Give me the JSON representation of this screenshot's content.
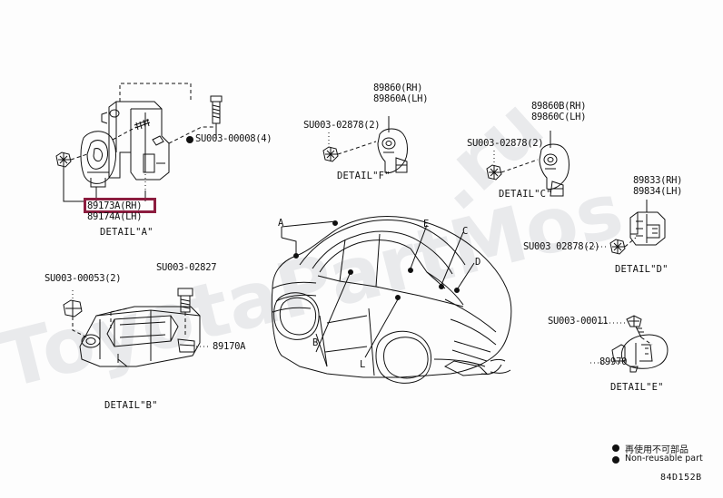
{
  "diagram": {
    "drawing_number": "84D152B",
    "watermark_1": "ToyotaPartMos",
    "watermark_2": ".ru"
  },
  "detail_a": {
    "fastener": "SU003-00008(4)",
    "part_rh": "89173A(RH)",
    "part_lh": "89174A(LH)",
    "caption": "DETAIL\"A\"",
    "highlight_color": "#8c1d3f"
  },
  "detail_f_left": {
    "fastener": "SU003-02878(2)",
    "part_rh": "89860(RH)",
    "part_lh": "89860A(LH)",
    "caption": "DETAIL\"F\""
  },
  "detail_c": {
    "fastener": "SU003-02878(2)",
    "part_rh": "89860B(RH)",
    "part_lh": "89860C(LH)",
    "caption": "DETAIL\"C\""
  },
  "detail_d": {
    "fastener": "SU003 02878(2)",
    "part_rh": "89833(RH)",
    "part_lh": "89834(LH)",
    "caption": "DETAIL\"D\""
  },
  "detail_b": {
    "fastener_left": "SU003-00053(2)",
    "fastener_right": "SU003-02827",
    "part": "89170A",
    "caption": "DETAIL\"B\""
  },
  "detail_e": {
    "fastener": "SU003-00011",
    "part": "89970",
    "caption": "DETAIL\"E\""
  },
  "callouts": {
    "a": "A",
    "b": "B",
    "c": "C",
    "d": "D",
    "e": "E",
    "l": "L"
  },
  "legend": {
    "japanese": "再使用不可部品",
    "english": "Non-reusable part"
  }
}
